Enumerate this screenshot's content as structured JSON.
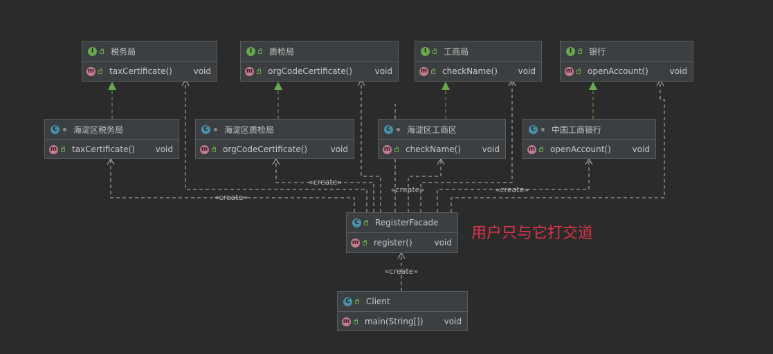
{
  "colors": {
    "background": "#2b2b2b",
    "node_bg": "#3c3f41",
    "edge": "#bbbbbb",
    "implements_arrow": "#6aa84f",
    "annotation": "#e0334a"
  },
  "nodes": {
    "tax_iface": {
      "kind": "interface",
      "icon": "interface-icon",
      "title": "税务局",
      "method": "taxCertificate()",
      "rtype": "void"
    },
    "qual_iface": {
      "kind": "interface",
      "icon": "interface-icon",
      "title": "质检局",
      "method": "orgCodeCertificate()",
      "rtype": "void"
    },
    "biz_iface": {
      "kind": "interface",
      "icon": "interface-icon",
      "title": "工商局",
      "method": "checkName()",
      "rtype": "void"
    },
    "bank_iface": {
      "kind": "interface",
      "icon": "interface-icon",
      "title": "银行",
      "method": "openAccount()",
      "rtype": "void"
    },
    "tax_impl": {
      "kind": "class",
      "icon": "class-icon",
      "title": "海淀区税务局",
      "method": "taxCertificate()",
      "rtype": "void"
    },
    "qual_impl": {
      "kind": "class",
      "icon": "class-icon",
      "title": "海淀区质检局",
      "method": "orgCodeCertificate()",
      "rtype": "void"
    },
    "biz_impl": {
      "kind": "class",
      "icon": "class-icon",
      "title": "海淀区工商区",
      "method": "checkName()",
      "rtype": "void"
    },
    "bank_impl": {
      "kind": "class",
      "icon": "class-icon",
      "title": "中国工商银行",
      "method": "openAccount()",
      "rtype": "void"
    },
    "facade": {
      "kind": "class",
      "icon": "class-icon",
      "title": "RegisterFacade",
      "method": "register()",
      "rtype": "void"
    },
    "client": {
      "kind": "class",
      "icon": "class-icon",
      "title": "Client",
      "method": "main(String[])",
      "rtype": "void"
    }
  },
  "labels": {
    "create_1": "«create»",
    "create_2": "«create»",
    "create_3": "«create»",
    "create_4": "«create»",
    "create_5": "«create»"
  },
  "annotation": "用户只与它打交道"
}
